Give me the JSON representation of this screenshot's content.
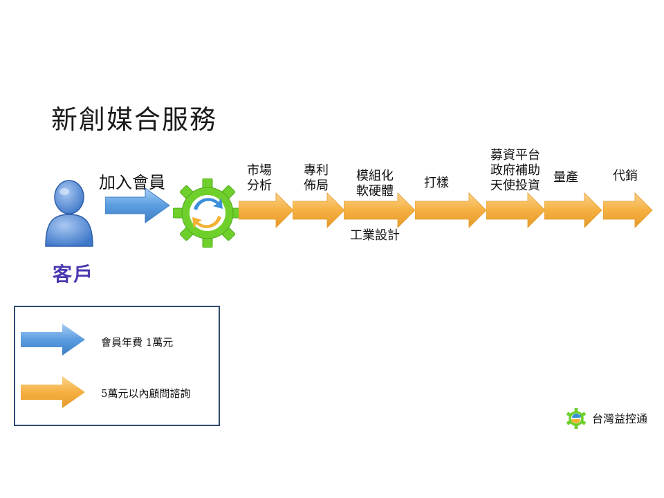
{
  "title": "新創媒合服務",
  "customer": {
    "label": "客戶",
    "icon": "person-icon"
  },
  "join": {
    "label": "加入會員",
    "icon": "blue-arrow-icon"
  },
  "gear_icon": "recycle-gear-icon",
  "steps": [
    {
      "lines": [
        "市場",
        "分析"
      ]
    },
    {
      "lines": [
        "專利",
        "佈局"
      ]
    },
    {
      "lines": [
        "模組化",
        "軟硬體"
      ],
      "below": "工業設計"
    },
    {
      "lines": [
        "打樣"
      ]
    },
    {
      "lines": [
        "募資平台",
        "政府補助",
        "天使投資"
      ]
    },
    {
      "lines": [
        "量產"
      ]
    },
    {
      "lines": [
        "代銷"
      ]
    }
  ],
  "legend": {
    "items": [
      {
        "text": "會員年費 1萬元",
        "color": "#5a9de0"
      },
      {
        "text": "5萬元以內顧問諮詢",
        "color": "#f5b041"
      }
    ]
  },
  "brand": {
    "name": "台灣益控通",
    "icon": "brand-gear-icon"
  },
  "colors": {
    "blue_arrow": "#5a9de0",
    "orange_arrow": "#f5b041",
    "customer_label": "#4a3ab0",
    "gear_green": "#6fd02c",
    "legend_border": "#2f4d6f"
  }
}
